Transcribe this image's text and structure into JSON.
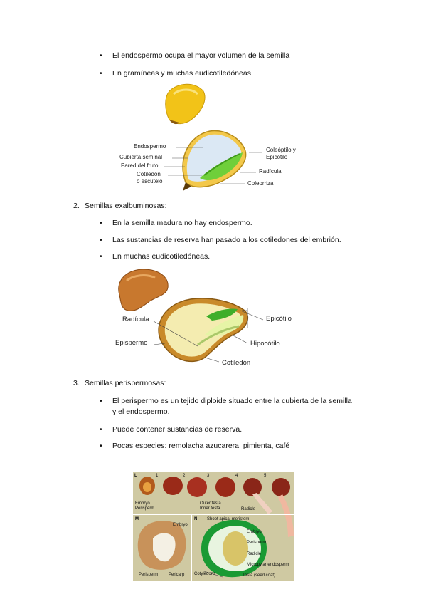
{
  "section1": {
    "bullets": [
      "El endospermo ocupa el mayor volumen de la semilla",
      "En gramíneas y muchas eudicotiledóneas"
    ]
  },
  "fig1": {
    "labels": {
      "endospermo": "Endospermo",
      "cubierta": "Cubierta seminal",
      "pared": "Pared del fruto",
      "cotiledon1": "Cotiledón",
      "cotiledon2": "o escutelo",
      "coleoptilo1": "Coleóptilo y",
      "coleoptilo2": "Epicótilo",
      "radicula": "Radícula",
      "coleorriza": "Coleorriza"
    }
  },
  "section2": {
    "number": "2.",
    "heading": "Semillas exalbuminosas:",
    "bullets": [
      "En la semilla madura no hay endospermo.",
      "Las sustancias de reserva han pasado a los cotiledones del embrión.",
      "En muchas eudicotiledóneas."
    ]
  },
  "fig2": {
    "labels": {
      "radicula": "Radícula",
      "epispermo": "Epispermo",
      "epicotilo": "Epicótilo",
      "hipocotilo": "Hipocótilo",
      "cotiledon": "Cotiledón"
    }
  },
  "section3": {
    "number": "3.",
    "heading": "Semillas perispermosas:",
    "bullets": [
      "El perispermo es un tejido diploide situado entre la cubierta de la semilla",
      "y el endospermo.",
      "Puede contener sustancias de reserva.",
      "Pocas especies: remolacha azucarera, pimienta, café"
    ]
  },
  "fig3": {
    "labels": {
      "L": "L",
      "M": "M",
      "N": "N",
      "n1": "1",
      "n2": "2",
      "n3": "3",
      "n4": "4",
      "n5": "5",
      "embryo": "Embryo",
      "perisperm": "Perisperm",
      "outer_testa": "Outer testa",
      "inner_testa": "Inner testa",
      "radicle": "Radicle",
      "m_embryo": "Embryo",
      "m_perisperm": "Perisperm",
      "m_pericarp": "Pericarp",
      "shoot": "Shoot apical meristem",
      "n_embryo": "Embryo",
      "n_perisperm": "Perisperm",
      "n_radicle": "Radicle",
      "micropylar": "Micropylar endosperm",
      "cotyledons": "Cotyledons",
      "testa": "Testa (seed coat)"
    }
  }
}
